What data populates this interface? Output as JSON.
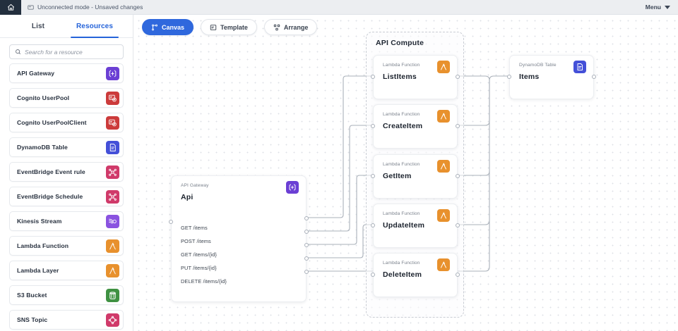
{
  "topbar": {
    "home_icon": "home-icon",
    "status_icon": "card-icon",
    "status_text": "Unconnected mode - Unsaved changes",
    "menu_label": "Menu"
  },
  "sidebar": {
    "tabs": [
      {
        "label": "List",
        "active": false
      },
      {
        "label": "Resources",
        "active": true
      }
    ],
    "search": {
      "icon": "search-icon",
      "placeholder": "Search for a resource",
      "value": ""
    },
    "items": [
      {
        "label": "API Gateway",
        "icon": "api-gateway-icon",
        "color": "#6b3fd4"
      },
      {
        "label": "Cognito UserPool",
        "icon": "cognito-icon",
        "color": "#cc3b3b"
      },
      {
        "label": "Cognito UserPoolClient",
        "icon": "cognito-icon",
        "color": "#cc3b3b"
      },
      {
        "label": "DynamoDB Table",
        "icon": "dynamodb-icon",
        "color": "#4450d8"
      },
      {
        "label": "EventBridge Event rule",
        "icon": "eventbridge-icon",
        "color": "#d03a6a"
      },
      {
        "label": "EventBridge Schedule",
        "icon": "eventbridge-icon",
        "color": "#d03a6a"
      },
      {
        "label": "Kinesis Stream",
        "icon": "kinesis-icon",
        "color": "#8a53e0"
      },
      {
        "label": "Lambda Function",
        "icon": "lambda-icon",
        "color": "#e8912d"
      },
      {
        "label": "Lambda Layer",
        "icon": "lambda-icon",
        "color": "#e8912d"
      },
      {
        "label": "S3 Bucket",
        "icon": "s3-icon",
        "color": "#3f9142"
      },
      {
        "label": "SNS Topic",
        "icon": "sns-icon",
        "color": "#d03a6a"
      }
    ]
  },
  "canvas": {
    "toolbar": [
      {
        "label": "Canvas",
        "icon": "canvas-icon",
        "active": true
      },
      {
        "label": "Template",
        "icon": "template-icon",
        "active": false
      },
      {
        "label": "Arrange",
        "icon": "arrange-icon",
        "active": false
      }
    ],
    "groups": [
      {
        "title": "API Compute"
      }
    ],
    "nodes": [
      {
        "type": "API Gateway",
        "title": "Api",
        "icon": "api-gateway-icon",
        "color": "#6b3fd4"
      },
      {
        "type": "Lambda Function",
        "title": "ListItems",
        "icon": "lambda-icon",
        "color": "#e8912d"
      },
      {
        "type": "Lambda Function",
        "title": "CreateItem",
        "icon": "lambda-icon",
        "color": "#e8912d"
      },
      {
        "type": "Lambda Function",
        "title": "GetItem",
        "icon": "lambda-icon",
        "color": "#e8912d"
      },
      {
        "type": "Lambda Function",
        "title": "UpdateItem",
        "icon": "lambda-icon",
        "color": "#e8912d"
      },
      {
        "type": "Lambda Function",
        "title": "DeleteItem",
        "icon": "lambda-icon",
        "color": "#e8912d"
      },
      {
        "type": "DynamoDB Table",
        "title": "Items",
        "icon": "dynamodb-icon",
        "color": "#4450d8"
      }
    ],
    "routes": [
      "GET /items",
      "POST /items",
      "GET /items/{id}",
      "PUT /items/{id}",
      "DELETE /items/{id}"
    ]
  },
  "colors": {
    "accent": "#2563d9",
    "edge": "#aab1ba",
    "topbar_dark": "#232f3e"
  }
}
